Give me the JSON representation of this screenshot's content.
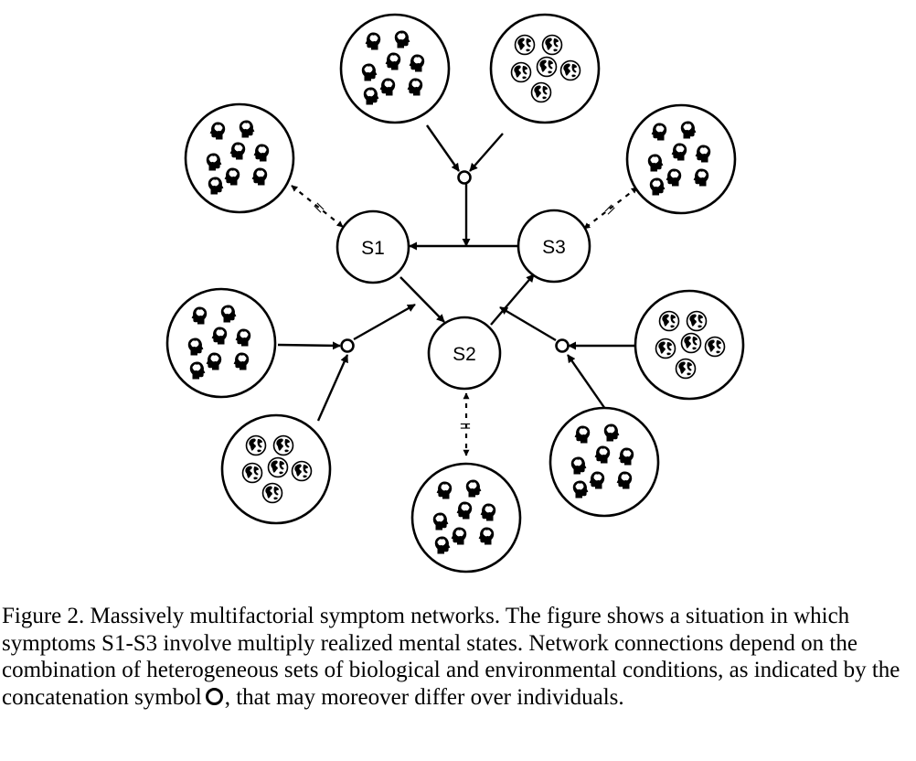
{
  "diagram": {
    "symptom_nodes": [
      {
        "id": "S1",
        "label": "S1"
      },
      {
        "id": "S2",
        "label": "S2"
      },
      {
        "id": "S3",
        "label": "S3"
      }
    ],
    "realizer_types": {
      "heads": "head-silhouette-icon (biological / psychological realizers)",
      "globes": "globe-icon (environmental realizers)"
    },
    "equivalence_symbol": "=",
    "concatenation_symbol": "o"
  },
  "caption": {
    "lead": "Figure 2. Massively multifactorial symptom networks. The figure shows a situation in which symptoms S1-S3 involve multiply realized mental states. Network connections depend on the combination of heterogeneous sets of biological and environmental conditions, as indicated by the concatenation symbol",
    "tail": ", that may moreover differ over individuals."
  }
}
